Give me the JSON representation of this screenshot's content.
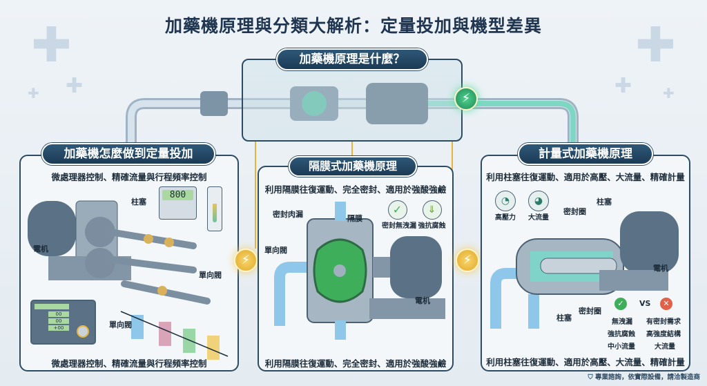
{
  "title": "加藥機原理與分類大解析：定量投加與機型差異",
  "top": {
    "title": "加藥機原理是什麼？"
  },
  "left": {
    "title": "加藥機怎麼做到定量投加",
    "subtitle": "微處理器控制、精確流量與行程頻率控制",
    "display": "800",
    "labels": {
      "plunger": "柱塞",
      "motor": "電机",
      "check_valve_right": "單向閥",
      "check_valve_bottom": "單向閥"
    },
    "controller": {
      "rows": [
        "00",
        "00",
        "+00"
      ]
    },
    "footer": "微處理器控制、精確流量與行程頻率控制"
  },
  "middle": {
    "title": "隔膜式加藥機原理",
    "subtitle": "利用隔膜往復運動、完全密封、適用於強酸強鹼",
    "labels": {
      "seal": "密封肉漏",
      "diaphragm": "隔膜",
      "check_valve": "單向閥",
      "motor": "電机"
    },
    "features": [
      {
        "icon": "shield-check-icon",
        "label": "密封無洩漏"
      },
      {
        "icon": "corrosion-resistant-icon",
        "label": "強抗腐蝕"
      }
    ],
    "footer": "利用隔膜往復運動、完全密封、適用於強酸強鹼"
  },
  "right": {
    "title": "計量式加藥機原理",
    "subtitle": "利用柱塞往復運動、適用於高壓、大流量、精確計量",
    "features": [
      {
        "icon": "pressure-gauge-icon",
        "label": "高壓力"
      },
      {
        "icon": "flow-gauge-icon",
        "label": "大流量"
      }
    ],
    "labels": {
      "seal_top": "密封圈",
      "plunger_top": "柱塞",
      "motor": "電机",
      "plunger_bottom": "柱塞",
      "seal_bottom": "密封圈"
    },
    "compare": {
      "vs": "VS",
      "left": [
        "無洩漏",
        "強抗腐蝕",
        "中小流量"
      ],
      "right": [
        "有密封需求",
        "高強度結構",
        "大流量"
      ]
    },
    "footer": "利用柱塞往復運動、適用於高壓、大流量、精確計量"
  },
  "footer": "專業諮詢，依實際設備，請洽製造商",
  "colors": {
    "navy": "#1f3a55",
    "green": "#3fae5a",
    "red": "#e0604a",
    "gold": "#e6b43a"
  }
}
